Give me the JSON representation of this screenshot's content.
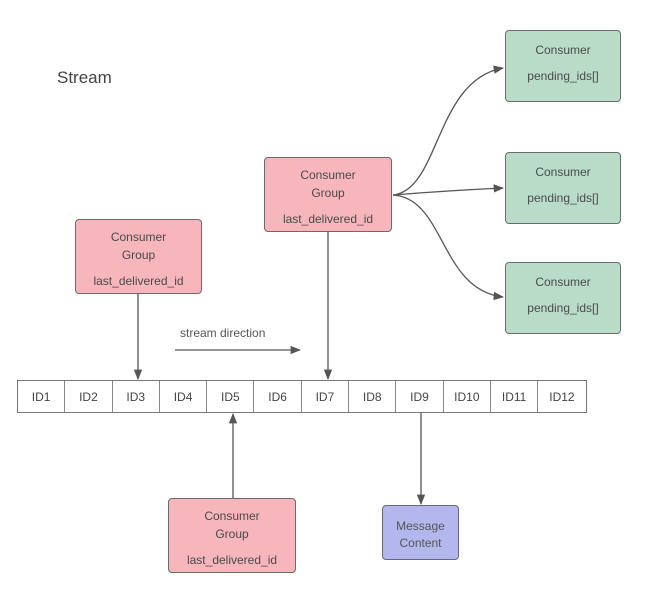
{
  "title": "Stream",
  "direction_label": "stream direction",
  "stream_ids": [
    "ID1",
    "ID2",
    "ID3",
    "ID4",
    "ID5",
    "ID6",
    "ID7",
    "ID8",
    "ID9",
    "ID10",
    "ID11",
    "ID12"
  ],
  "consumer_groups": [
    {
      "line1": "Consumer",
      "line2": "Group",
      "field": "last_delivered_id",
      "points_to": "ID3"
    },
    {
      "line1": "Consumer",
      "line2": "Group",
      "field": "last_delivered_id",
      "points_to": "ID7"
    },
    {
      "line1": "Consumer",
      "line2": "Group",
      "field": "last_delivered_id",
      "points_to": "ID5"
    }
  ],
  "consumers": [
    {
      "label": "Consumer",
      "field": "pending_ids[]"
    },
    {
      "label": "Consumer",
      "field": "pending_ids[]"
    },
    {
      "label": "Consumer",
      "field": "pending_ids[]"
    }
  ],
  "message": {
    "line1": "Message",
    "line2": "Content",
    "from": "ID9"
  },
  "colors": {
    "consumer_group": "#f6b6bc",
    "consumer": "#b9dcc9",
    "message": "#b3b7ee",
    "stroke": "#555555"
  }
}
